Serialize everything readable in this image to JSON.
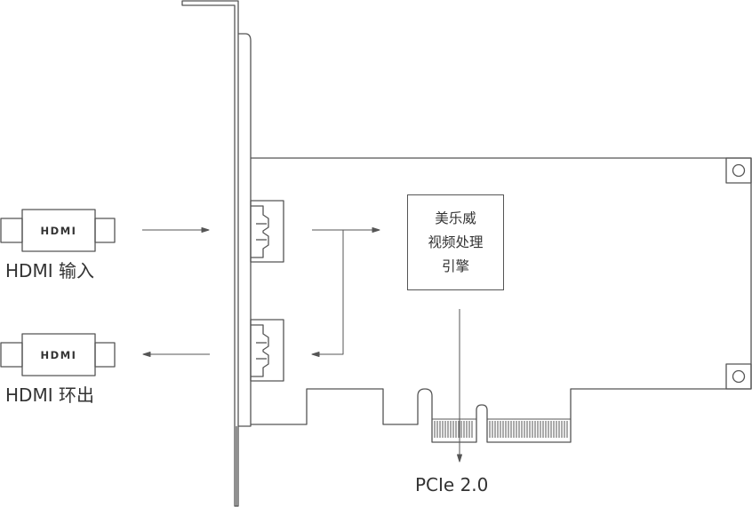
{
  "labels": {
    "hdmi_input": "HDMI 输入",
    "hdmi_loop_out": "HDMI 环出",
    "engine_line1": "美乐威",
    "engine_line2": "视频处理",
    "engine_line3": "引擎",
    "bus": "PCIe 2.0",
    "connector_logo_top": "HDMI",
    "connector_logo_bottom": "HDMI"
  },
  "colors": {
    "stroke": "#555555",
    "text": "#333333",
    "background": "#ffffff"
  },
  "icons": [
    "hdmi-plug-icon",
    "hdmi-port-icon",
    "arrow-icon"
  ]
}
